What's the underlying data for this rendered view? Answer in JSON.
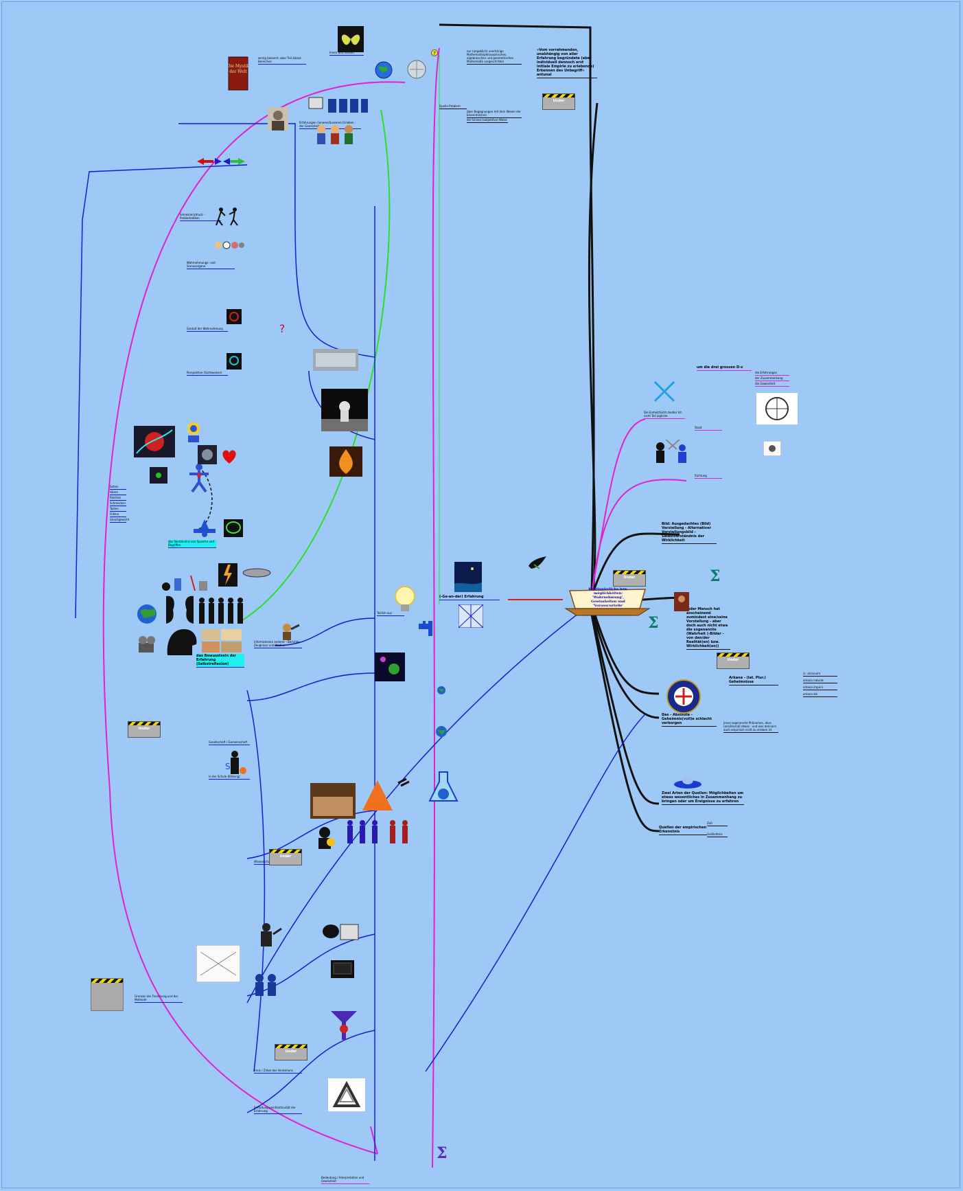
{
  "map": {
    "central_title": "Kontinuierliche bzw. möglichkeiten: 'Wahrnehmung', Gewissheiten und 'Vorauscurteile'",
    "erfahrung_label": "(-Ge-an-der) Erfahrung",
    "teil_label": "Teil/Ich aus",
    "under_label": "Under",
    "sigma": "Σ"
  },
  "right_branch": {
    "vom_erkennen": "»Vom vorrahmenden, unabhängig von aller Erfahrung begründete (aber individuell dennoch erst initiale Empirie zu erlebende) Erkennen des Unbegriff« antunal",
    "erfahrung_ausgang": "nur (angeblich) unerhörige Mathematik/philosophischen, algebraischen und geometrischen Mathematik vorgeschritten",
    "drei_d": "um die drei grossen D-s",
    "drei_d_items": [
      "die Erfahrungen",
      "der Zusammenhang",
      "die Gewissheit"
    ],
    "einheit": "Die Einheit/Sicht die/der Ich nicht Teil jegliche",
    "staat": "Staat",
    "ausrichtung": "Richtung",
    "jeder_mensch": "Jeder Mensch hat anscheinend zumindest eine/seine Vorstellung - aber doch auch nicht etwa die sogenannte (Wahrheit (-Bilder - von den/der Realität(en) bzw. Wirklichkeit(en))",
    "bild": "Bild: Ausgedachtes (Bild) Vorstellung - Alternativer Vorstellungsbild - Selbstverständnis der Wirklichkeit",
    "arkana": "Arkana - (lat. Plur.) Geheimnisse",
    "arkana_items": [
      "(s. arcanum)",
      "arkana naturæ",
      "arkana imperii",
      "arkana dei"
    ],
    "gott": "Das - Absolute - Geheimnis(voll)e schlecht verborgen",
    "jenseits": "jenes sogenannte Phänomen, dass (annähernd) etwas - und was dennoch auch empirisch nicht zu erleben ist",
    "quelle": "Zwei Arten der Quellen: Möglichkeiten um etwas wesentliches in Zusammenhang zu bringen oder um Ereignisse zu erfahren",
    "quellen_empirie": "Quellen der empirischen Erkenntnis",
    "quellen_items": [
      "Zeit",
      "Gedächtnis"
    ]
  },
  "top_branch": {
    "mystik": "Die Mystik der Welt",
    "mystik_note": "wenig bekannt, aber Teil dieses Bereiches",
    "innen_aussen": "Innen und Aussen",
    "quelle_problem": "Quelle-Problem",
    "begegnung": "über Begegnungen mit dem Wesen der Erkenntnis(se)",
    "sinnliche": "die Sinnes-(subjektive) Weise",
    "erlebnis": "Erfahrungen (inneres/äusseres) Erleben - der Gewissheit"
  },
  "left_branch": {
    "schmerz": "Sinnes(ein)druck - Problematiken",
    "wahrnehmung": "Wahrnehmungs- und Sinnesorgane",
    "gestalt": "Gestalt der Wahrnehmung",
    "perspektive": "Perspektive (Sichtweisen)",
    "farben_items": [
      "Sehen",
      "Hören",
      "Riechen",
      "Schmecken",
      "Tasten",
      "Fühlen",
      "Gleichgewicht"
    ],
    "verstehen": "das Verständnis von Sprache und Begriffen",
    "bewusstsein": "das Bewusstsein der Erfahrung (Selbstreflexion)",
    "informationen": "Informationen anderer - Berichte, Zeugnisse und Medien",
    "gesellschaft": "Gesellschaft / Gemeinschaft",
    "schule": "in der Schule (Bildung)",
    "wissenschaft": "Wissenschaft & Forschung",
    "forschung_note": "Grenzen der Forschung und der Methode",
    "kreis": "Kreis / Zirkel des Verstehens",
    "enfaltung": "Entfaltung und Kontinuität der Erfahrung",
    "bedeutung": "Bedeutung / Interpretation und Gewissheit"
  },
  "colors": {
    "background": "#9ec9f7",
    "line_blue": "#1a1ad0",
    "line_black": "#111111",
    "line_green": "#27e027",
    "line_magenta": "#e021d0",
    "line_red": "#d02020"
  },
  "icons": [
    "book-icon",
    "butterfly-icon",
    "globe-icon",
    "computer-icon",
    "question-icon",
    "bulb-icon",
    "tap-icon",
    "flask-icon",
    "dove-icon",
    "ship-icon",
    "swords-icon",
    "seal-icon",
    "ufo-icon",
    "people-icon",
    "heart-icon",
    "star-icon",
    "arrows-icon",
    "impossible-triangle-icon"
  ]
}
